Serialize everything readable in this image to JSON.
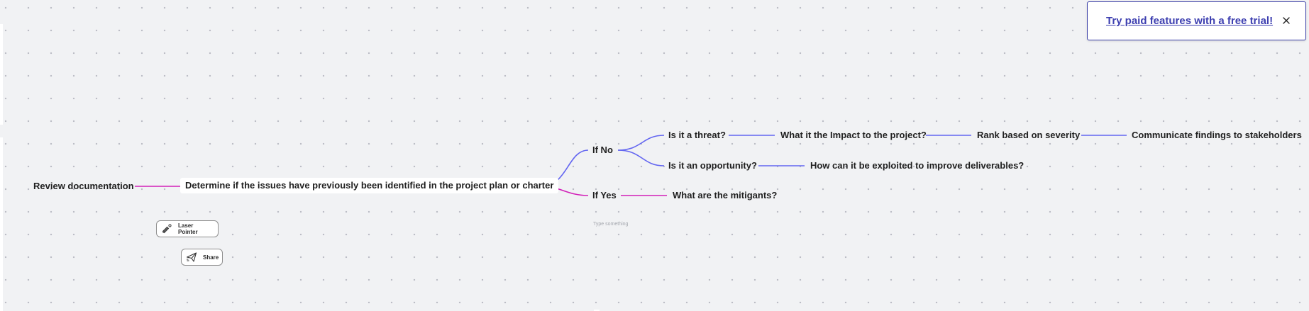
{
  "canvas": {
    "background": "#f1f2f4",
    "grid": "dotted"
  },
  "colors": {
    "branch_blue": "#6366f1",
    "branch_magenta": "#d21fb8",
    "link_color": "#3d3fb0"
  },
  "mindmap": {
    "nodes": {
      "review_documentation": "Review documentation",
      "determine_issues": "Determine if the issues have previously been identified in the project plan or charter",
      "if_no": "If No",
      "if_yes": "If Yes",
      "is_threat": "Is it a threat?",
      "impact": "What it the Impact to the project?",
      "rank": "Rank based on severity",
      "communicate": "Communicate findings to stakeholders",
      "is_opportunity": "Is it an opportunity?",
      "exploit": "How can it be exploited to improve deliverables?",
      "mitigants": "What are the mitigants?"
    }
  },
  "toolbar": {
    "laser_pointer": {
      "label": "Laser Pointer",
      "icon": "laser-pointer-icon"
    },
    "share": {
      "label": "Share",
      "icon": "paper-plane-icon"
    }
  },
  "placeholder": {
    "type_something": "Type something"
  },
  "promo": {
    "link_text": "Try paid features with a free trial!",
    "close_icon": "close-icon"
  }
}
